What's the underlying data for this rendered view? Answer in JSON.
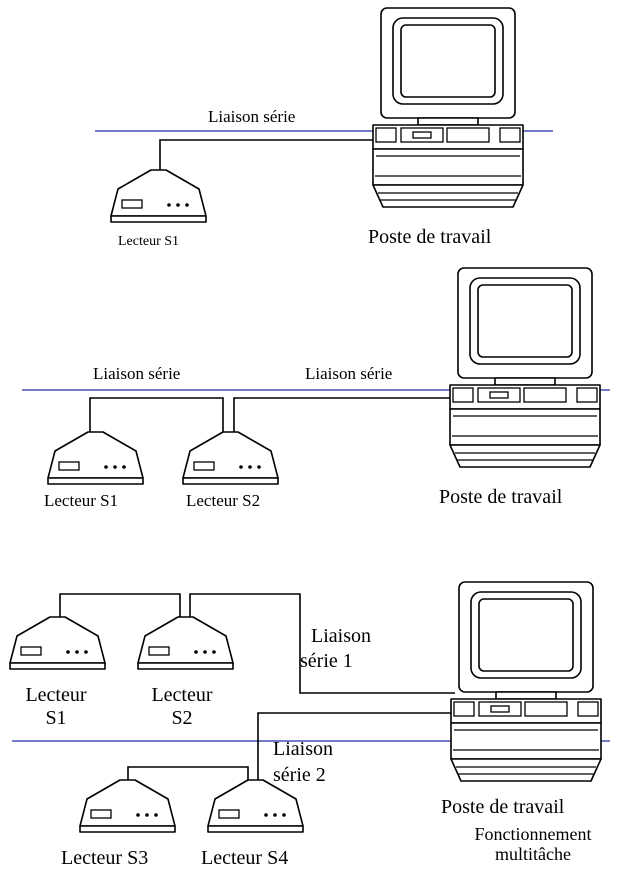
{
  "colors": {
    "bus_line": "#1f2fa8",
    "stroke": "#000000",
    "background": "#ffffff"
  },
  "diagram1": {
    "link_label": "Liaison série",
    "reader_s1": "Lecteur S1",
    "workstation": "Poste de travail"
  },
  "diagram2": {
    "link_label_a": "Liaison série",
    "link_label_b": "Liaison série",
    "reader_s1": "Lecteur S1",
    "reader_s2": "Lecteur S2",
    "workstation": "Poste de travail"
  },
  "diagram3": {
    "link1_line1": "Liaison",
    "link1_line2": "série 1",
    "link2_line1": "Liaison",
    "link2_line2": "série 2",
    "reader_s1_line1": "Lecteur",
    "reader_s1_line2": "S1",
    "reader_s2_line1": "Lecteur",
    "reader_s2_line2": "S2",
    "reader_s3": "Lecteur S3",
    "reader_s4": "Lecteur S4",
    "workstation": "Poste de travail",
    "workstation_note_line1": "Fonctionnement",
    "workstation_note_line2": "multitâche"
  }
}
